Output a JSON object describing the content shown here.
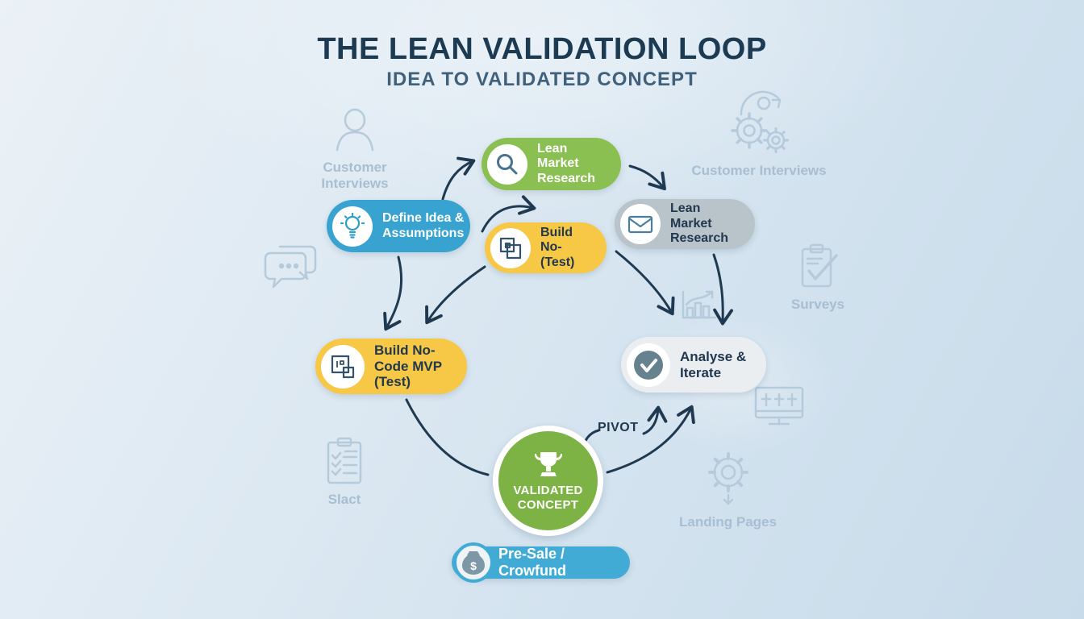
{
  "header": {
    "title": "THE LEAN VALIDATION LOOP",
    "subtitle": "IDEA TO VALIDATED CONCEPT"
  },
  "nodes": {
    "research_green": {
      "label": "Lean Market Research",
      "icon": "magnifier-icon",
      "bg": "#8abf52"
    },
    "define_idea": {
      "label": "Define Idea & Assumptions",
      "icon": "lightbulb-icon",
      "bg": "#38a3d0"
    },
    "build_no_test": {
      "label": "Build No- (Test)",
      "icon": "blocks-icon",
      "bg": "#f6c845"
    },
    "research_gray": {
      "label": "Lean Market Research",
      "icon": "envelope-icon",
      "bg": "#b9c3ca"
    },
    "build_mvp": {
      "label": "Build No-Code MVP (Test)",
      "icon": "code-blocks-icon",
      "bg": "#f6c845"
    },
    "analyse": {
      "label": "Analyse & Iterate",
      "icon": "check-circle-icon",
      "bg": "#eaeef1"
    },
    "validated": {
      "label": "VALIDATED CONCEPT",
      "icon": "trophy-icon",
      "bg": "#7cb344"
    },
    "presale": {
      "label": "Pre-Sale / Crowfund",
      "icon": "money-bag-icon",
      "bg": "#41abd5",
      "currency_symbol": "$"
    }
  },
  "annotations": {
    "pivot": "PIVOT"
  },
  "background_labels": {
    "customer_interviews_left": "Customer Interviews",
    "customer_interviews_right": "Customer Interviews",
    "surveys": "Surveys",
    "slact": "Slact",
    "landing_pages": "Landing Pages"
  },
  "colors": {
    "arrow": "#1f3a50",
    "title": "#1c3a52",
    "subtitle": "#40607b",
    "faded_icon": "#b5cbdc",
    "faded_text": "#a7bfd2"
  }
}
